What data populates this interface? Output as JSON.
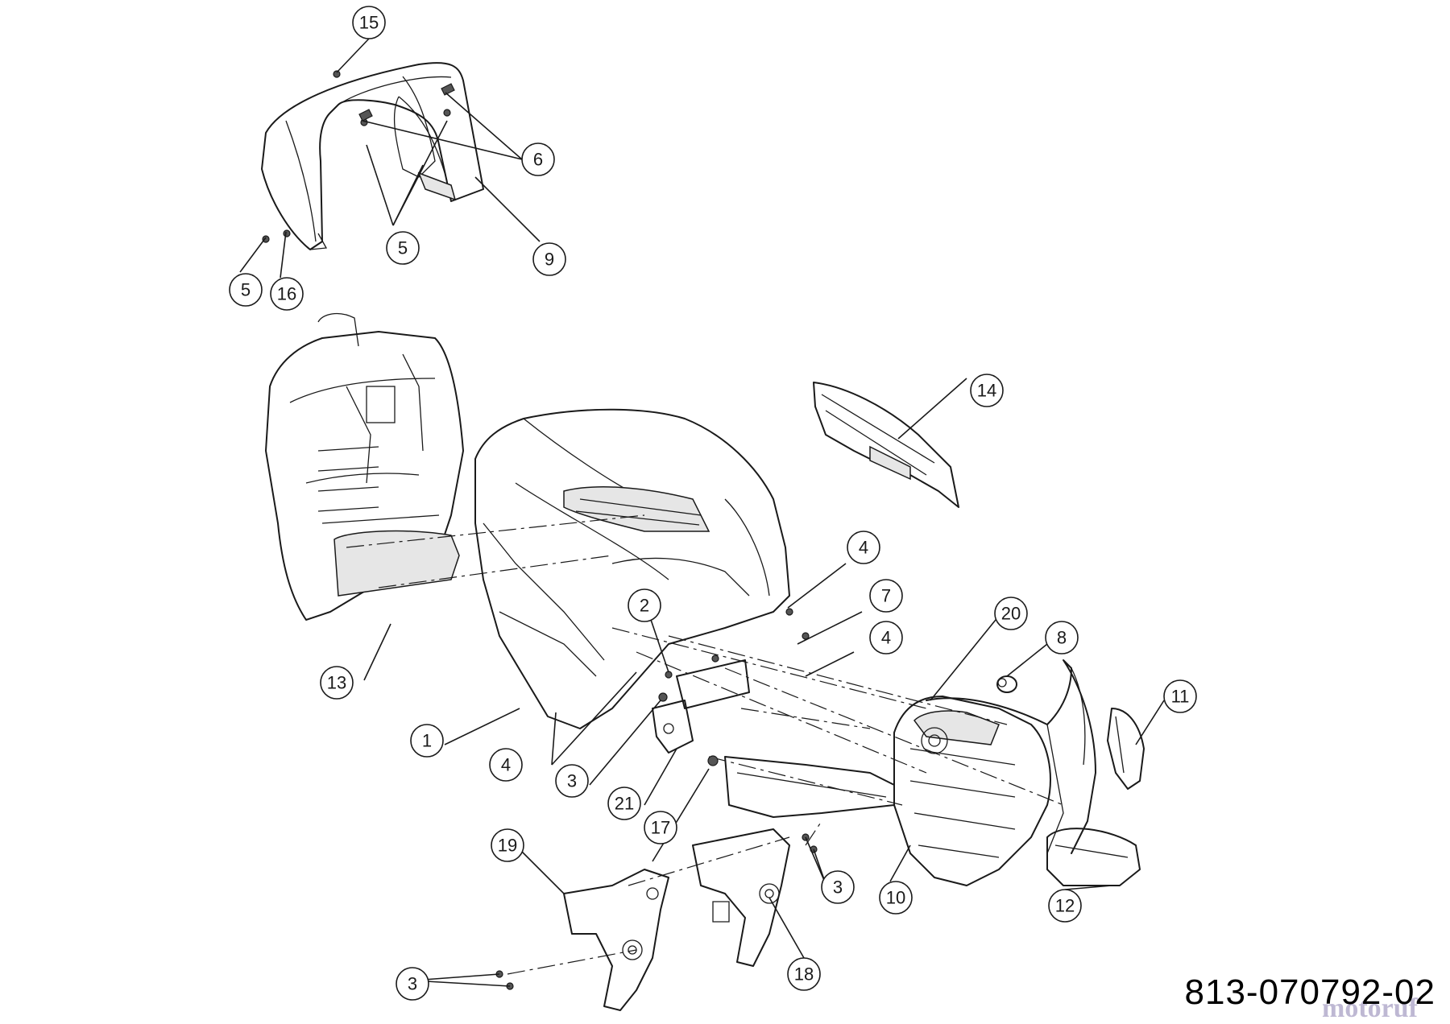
{
  "drawing_number": "813-070792-02",
  "watermark_text": "motoruf",
  "callouts": [
    {
      "id": "c15",
      "label": "15"
    },
    {
      "id": "c6",
      "label": "6"
    },
    {
      "id": "c5a",
      "label": "5"
    },
    {
      "id": "c9",
      "label": "9"
    },
    {
      "id": "c5b",
      "label": "5"
    },
    {
      "id": "c16",
      "label": "16"
    },
    {
      "id": "c14",
      "label": "14"
    },
    {
      "id": "c4a",
      "label": "4"
    },
    {
      "id": "c7",
      "label": "7"
    },
    {
      "id": "c4b",
      "label": "4"
    },
    {
      "id": "c2",
      "label": "2"
    },
    {
      "id": "c20",
      "label": "20"
    },
    {
      "id": "c8",
      "label": "8"
    },
    {
      "id": "c11",
      "label": "11"
    },
    {
      "id": "c13",
      "label": "13"
    },
    {
      "id": "c1",
      "label": "1"
    },
    {
      "id": "c4c",
      "label": "4"
    },
    {
      "id": "c3a",
      "label": "3"
    },
    {
      "id": "c21",
      "label": "21"
    },
    {
      "id": "c17",
      "label": "17"
    },
    {
      "id": "c19",
      "label": "19"
    },
    {
      "id": "c3b",
      "label": "3"
    },
    {
      "id": "c10",
      "label": "10"
    },
    {
      "id": "c12",
      "label": "12"
    },
    {
      "id": "c18",
      "label": "18"
    },
    {
      "id": "c3c",
      "label": "3"
    }
  ]
}
